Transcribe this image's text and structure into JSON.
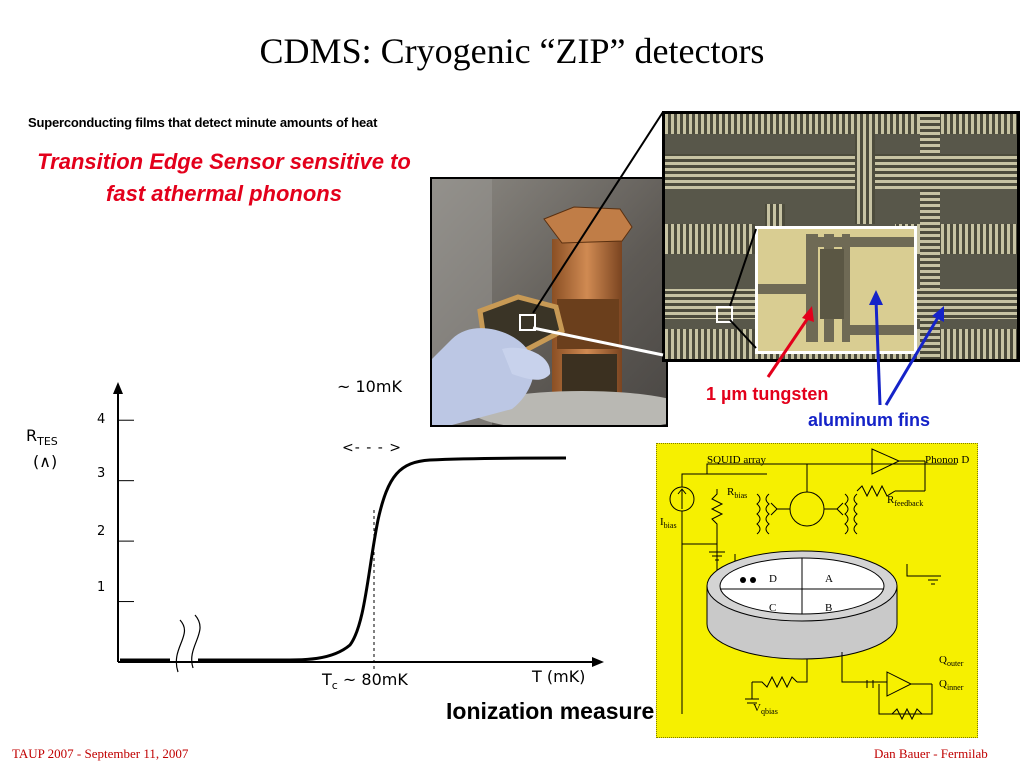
{
  "title": "CDMS: Cryogenic “ZIP” detectors",
  "subtitle_heat": "Superconducting films that detect minute amounts of heat",
  "subtitle_tes": "Transition Edge Sensor sensitive to fast athermal phonons",
  "labels": {
    "tungsten": "1 µm tungsten",
    "aluminum": "aluminum fins",
    "ionization": "Ionization measurement",
    "width_annotation": "~ 10mK",
    "width_arrow": "<- - - >"
  },
  "chart_data": {
    "type": "line",
    "y_label_main": "R",
    "y_label_sub": "TES",
    "y_unit": "(∧)",
    "x_label": "T (mK)",
    "tc_label_main": "T",
    "tc_label_sub": "c",
    "tc_label_rest": " ~ 80mK",
    "y_ticks": [
      "1",
      "2",
      "3",
      "4"
    ],
    "ylim": [
      0,
      4.5
    ]
  },
  "circuit": {
    "squid": "SQUID array",
    "phonon": "Phonon D",
    "rbias_main": "R",
    "rbias_sub": "bias",
    "rfeedback_main": "R",
    "rfeedback_sub": "feedback",
    "ibias_main": "I",
    "ibias_sub": "bias",
    "quadrants": [
      "D",
      "A",
      "C",
      "B"
    ],
    "qouter_main": "Q",
    "qouter_sub": "outer",
    "qinner_main": "Q",
    "qinner_sub": "inner",
    "vqbias_main": "V",
    "vqbias_sub": "qbias"
  },
  "footer": {
    "left": "TAUP 2007 - September 11, 2007",
    "right": "Dan Bauer - Fermilab"
  },
  "colors": {
    "red": "#e3001b",
    "blue": "#1523c8",
    "yellow": "#f6f000",
    "footer": "#c00000"
  }
}
